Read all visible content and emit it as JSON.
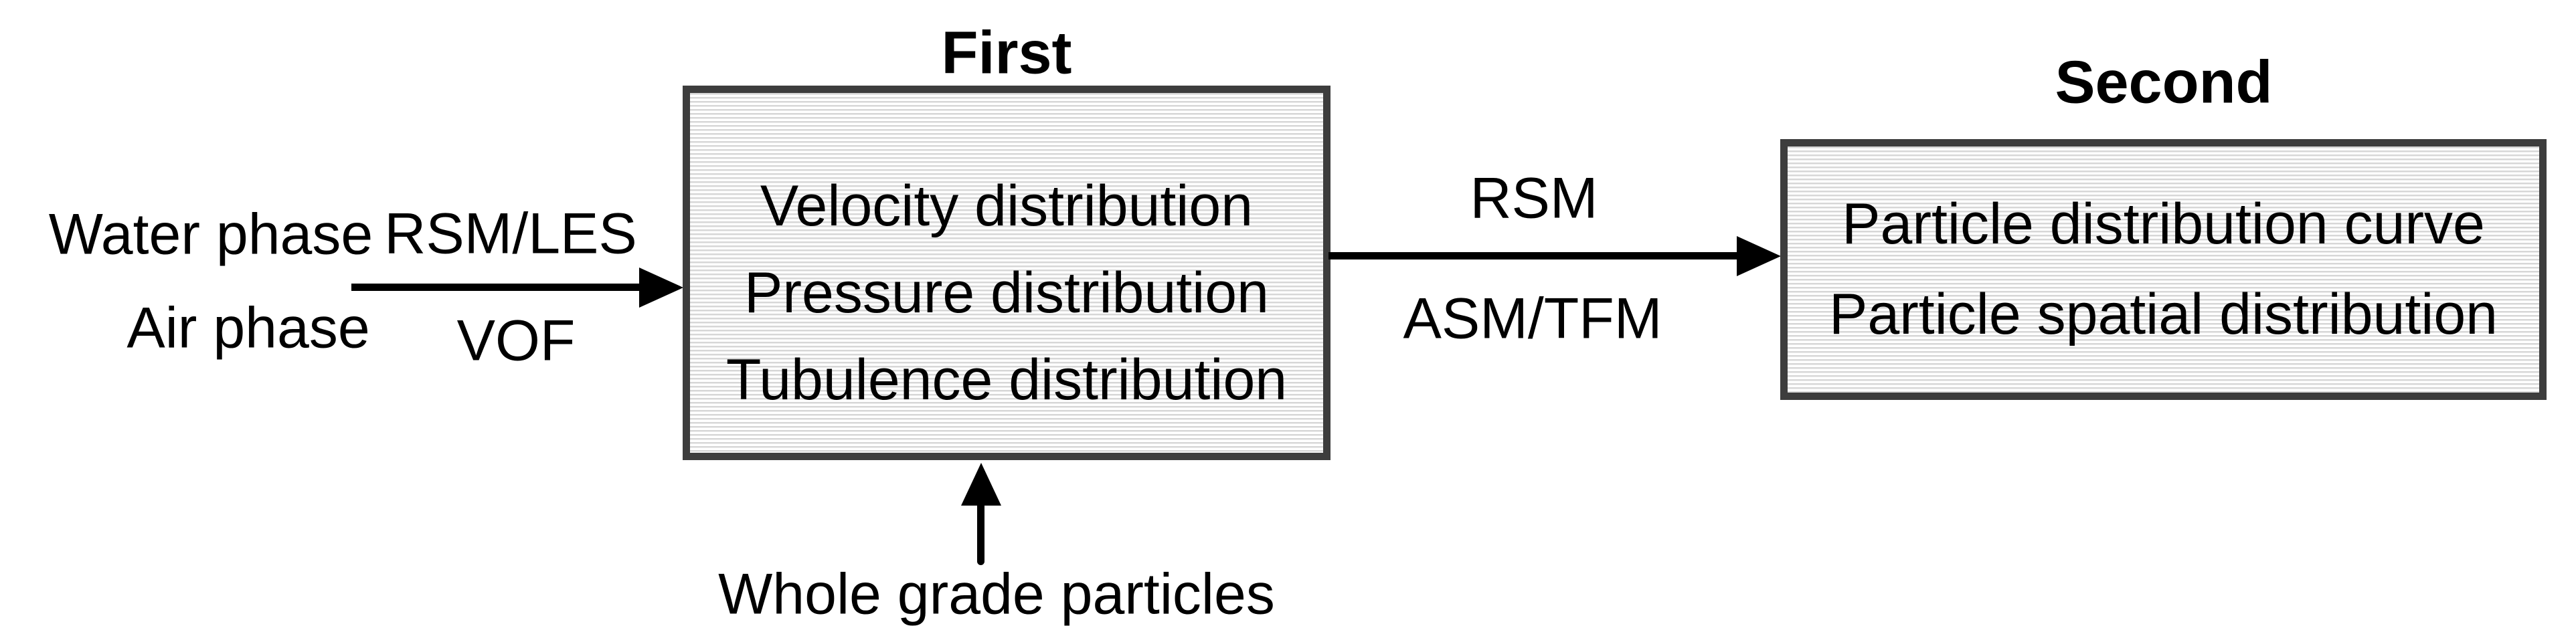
{
  "diagram": {
    "colors": {
      "background": "#ffffff",
      "box_border": "#3d3d3d",
      "box_stripe": "#d7d7d7",
      "arrow": "#000000",
      "text": "#000000"
    },
    "inputs": {
      "line1": "Water phase",
      "line2": "Air phase"
    },
    "arrow1": {
      "label_top": "RSM/LES",
      "label_bottom": "VOF"
    },
    "first_box": {
      "title": "First",
      "items": [
        "Velocity distribution",
        "Pressure distribution",
        "Tubulence distribution"
      ]
    },
    "arrow2": {
      "label_top": "RSM",
      "label_bottom": "ASM/TFM"
    },
    "second_box": {
      "title": "Second",
      "items": [
        "Particle distribution curve",
        "Particle spatial distribution"
      ]
    },
    "bottom_input": {
      "label": "Whole grade particles"
    }
  }
}
